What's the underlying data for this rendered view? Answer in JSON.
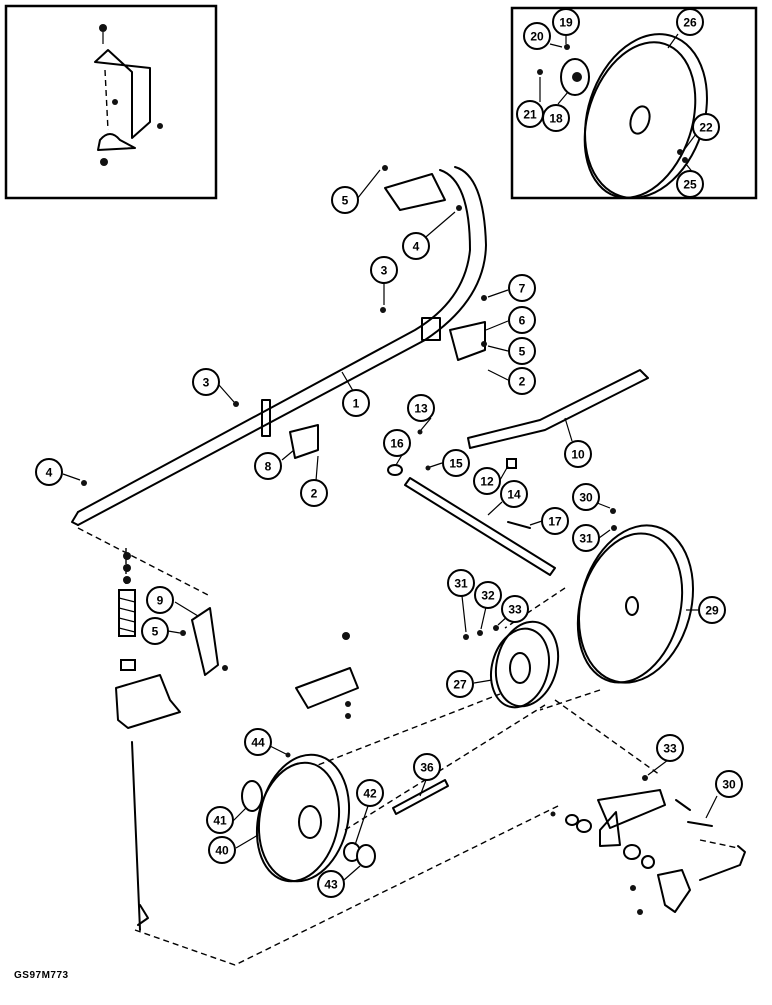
{
  "figure_code": "GS97M773",
  "callouts": [
    {
      "label": "1"
    },
    {
      "label": "2"
    },
    {
      "label": "2"
    },
    {
      "label": "3"
    },
    {
      "label": "3"
    },
    {
      "label": "4"
    },
    {
      "label": "4"
    },
    {
      "label": "5"
    },
    {
      "label": "5"
    },
    {
      "label": "5"
    },
    {
      "label": "6"
    },
    {
      "label": "7"
    },
    {
      "label": "8"
    },
    {
      "label": "9"
    },
    {
      "label": "10"
    },
    {
      "label": "12"
    },
    {
      "label": "13"
    },
    {
      "label": "14"
    },
    {
      "label": "15"
    },
    {
      "label": "16"
    },
    {
      "label": "17"
    },
    {
      "label": "18"
    },
    {
      "label": "19"
    },
    {
      "label": "20"
    },
    {
      "label": "21"
    },
    {
      "label": "22"
    },
    {
      "label": "25"
    },
    {
      "label": "26"
    },
    {
      "label": "27"
    },
    {
      "label": "29"
    },
    {
      "label": "30"
    },
    {
      "label": "30"
    },
    {
      "label": "31"
    },
    {
      "label": "31"
    },
    {
      "label": "32"
    },
    {
      "label": "33"
    },
    {
      "label": "33"
    },
    {
      "label": "36"
    },
    {
      "label": "40"
    },
    {
      "label": "41"
    },
    {
      "label": "42"
    },
    {
      "label": "43"
    },
    {
      "label": "44"
    }
  ]
}
